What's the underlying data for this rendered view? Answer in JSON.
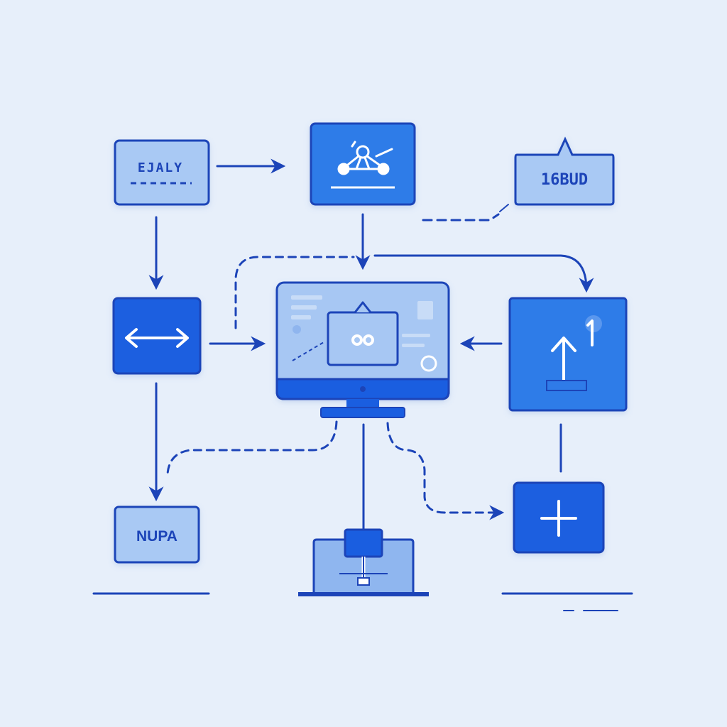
{
  "colors": {
    "background": "#e7effa",
    "primary_blue": "#1a5ee0",
    "mid_blue": "#2f7be8",
    "light_blue": "#a9c9f4",
    "line_blue": "#1c44b8",
    "screen_blue": "#a7c7f3"
  },
  "nodes": {
    "early": {
      "label": "EJALY",
      "icon": "text-card"
    },
    "network": {
      "icon": "gear-network-icon"
    },
    "tag": {
      "label": "16BUD",
      "icon": "tag-card"
    },
    "swap": {
      "icon": "double-arrow-icon"
    },
    "monitor": {
      "icon": "monitor-icon",
      "window_icon": "link-icon"
    },
    "upload": {
      "icon": "upload-arrow-icon",
      "superscript": "1"
    },
    "nupa": {
      "label": "NUPA"
    },
    "add": {
      "icon": "plus-icon"
    },
    "laptop": {
      "icon": "laptop-icon"
    }
  }
}
